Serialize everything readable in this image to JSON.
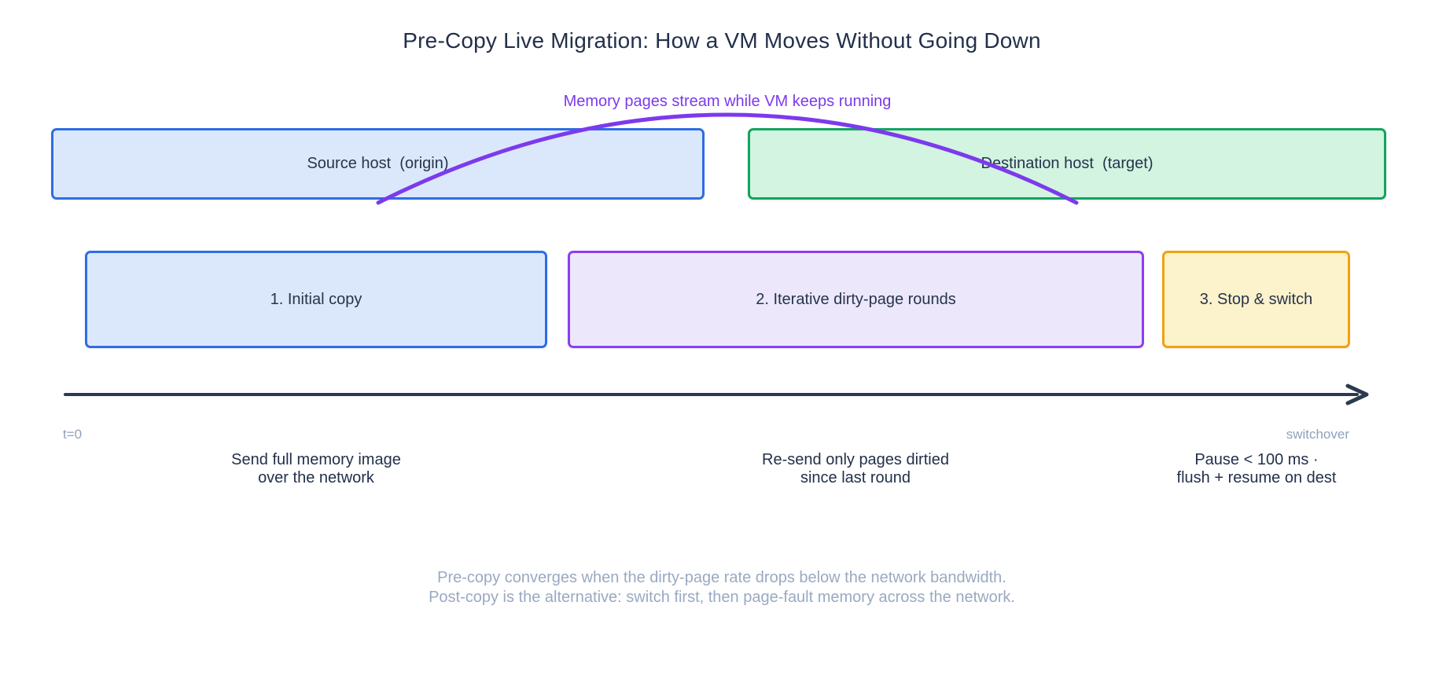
{
  "title": "Pre-Copy Live Migration: How a VM Moves Without Going Down",
  "annotation": {
    "label": "Memory pages stream while VM keeps running",
    "color": "#7c3aed"
  },
  "hosts": [
    {
      "label": "Source host  (origin)",
      "fill": "#dbe8fc",
      "border": "#2e6de4"
    },
    {
      "label": "Destination host  (target)",
      "fill": "#d2f4e1",
      "border": "#12a45e"
    }
  ],
  "phases": [
    {
      "label": "1. Initial copy",
      "fill": "#dbe8fc",
      "border": "#2e6de4",
      "description": "Send full memory image\nover the network"
    },
    {
      "label": "2. Iterative dirty-page rounds",
      "fill": "#ece7fb",
      "border": "#8a3ff0",
      "description": "Re-send only pages dirtied\nsince last round"
    },
    {
      "label": "3. Stop & switch",
      "fill": "#fcf2cb",
      "border": "#f0a20e",
      "description": "Pause < 100 ms ·\nflush + resume on dest"
    }
  ],
  "timeline": {
    "start_label": "t=0",
    "end_label": "switchover",
    "arrow_color": "#2b3a4e",
    "label_color": "#90a1ba"
  },
  "footer": [
    "Pre-copy converges when the dirty-page rate drops below the network bandwidth.",
    "Post-copy is the alternative: switch first, then page-fault memory across the network."
  ],
  "footer_color": "#9aa9c2"
}
